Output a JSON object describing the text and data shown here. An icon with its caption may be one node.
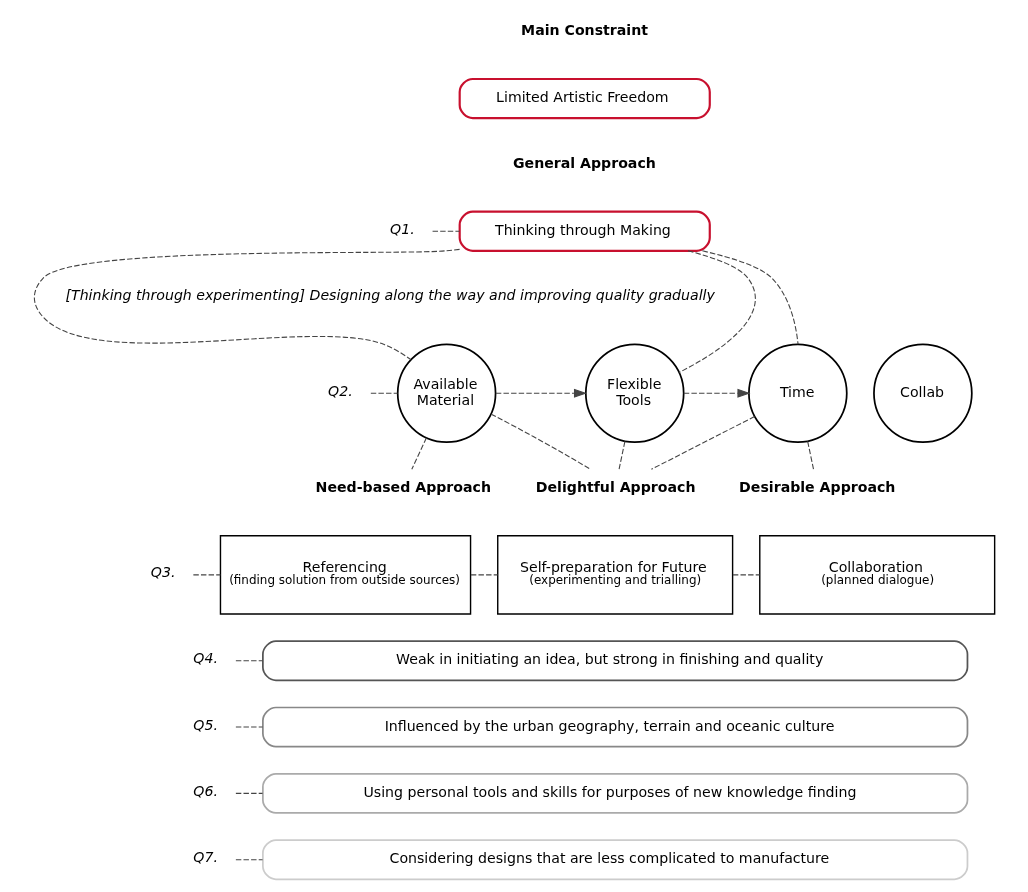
{
  "diagram": {
    "nodes": [
      {
        "text": [
          "Limited Artistic Freedom"
        ]
      },
      {
        "text": [
          "Q1."
        ]
      },
      {
        "text": [
          "Thinking through Making"
        ]
      },
      {
        "text": [
          "Q2."
        ]
      },
      {
        "text": [
          "Available Material"
        ]
      },
      {
        "text": [
          "Flexible Tools"
        ]
      },
      {
        "text": [
          "Time"
        ]
      },
      {
        "text": [
          "Collab"
        ]
      },
      {
        "text": [
          "Need-based Approach"
        ]
      },
      {
        "text": [
          "Delightful Approach"
        ]
      },
      {
        "text": [
          "Desirable Approach"
        ]
      },
      {
        "text": [
          "Q3."
        ]
      },
      {
        "text": [
          "Referencing",
          "(finding solution from outside sources)"
        ]
      },
      {
        "text": [
          "Self-preparation for Future",
          "(experimenting and trialling)"
        ]
      },
      {
        "text": [
          "Collaboration",
          "(planned dialogue)"
        ]
      },
      {
        "text": [
          "Q4."
        ]
      },
      {
        "text": [
          "Weak in initiating an idea, but strong in finishing and quality"
        ]
      },
      {
        "text": [
          "Q5."
        ]
      },
      {
        "text": [
          "Influenced by the urban geography, terrain and oceanic culture"
        ]
      },
      {
        "text": [
          "Q6."
        ]
      },
      {
        "text": [
          "Using personal tools and skills for purposes of new knowledge finding"
        ]
      },
      {
        "text": [
          "Q7."
        ]
      },
      {
        "text": [
          "Considering designs that are less complicated to manufacture"
        ]
      }
    ],
    "edges": [
      {
        "from": 1,
        "to": 2,
        "arrow": "none",
        "style": "dashed"
      },
      {
        "from": 2,
        "to": 4,
        "arrow": "none",
        "style": "dashed"
      },
      {
        "from": 2,
        "to": 5,
        "arrow": "none",
        "style": "dashed"
      },
      {
        "from": 2,
        "to": 6,
        "arrow": "none",
        "style": "dashed"
      },
      {
        "from": 3,
        "to": 4,
        "arrow": "none",
        "style": "dashed"
      },
      {
        "from": 4,
        "to": 5,
        "arrow": "to",
        "style": "dashed"
      },
      {
        "from": 5,
        "to": 6,
        "arrow": "to",
        "style": "dashed"
      },
      {
        "from": 4,
        "to": 8,
        "arrow": "none",
        "style": "dashed"
      },
      {
        "from": 4,
        "to": 9,
        "arrow": "none",
        "style": "dashed"
      },
      {
        "from": 5,
        "to": 9,
        "arrow": "none",
        "style": "dashed"
      },
      {
        "from": 6,
        "to": 9,
        "arrow": "none",
        "style": "dashed"
      },
      {
        "from": 6,
        "to": 10,
        "arrow": "none",
        "style": "dashed"
      },
      {
        "from": 11,
        "to": 12,
        "arrow": "none",
        "style": "dashed"
      },
      {
        "from": 12,
        "to": 13,
        "arrow": "none",
        "style": "dashed"
      },
      {
        "from": 13,
        "to": 14,
        "arrow": "none",
        "style": "dashed"
      },
      {
        "from": 15,
        "to": 16,
        "arrow": "none",
        "style": "dashed"
      },
      {
        "from": 17,
        "to": 18,
        "arrow": "none",
        "style": "dashed"
      },
      {
        "from": 19,
        "to": 20,
        "arrow": "none",
        "style": "dashed"
      },
      {
        "from": 21,
        "to": 22,
        "arrow": "none",
        "style": "dashed"
      }
    ],
    "labels": [
      "Main Constraint",
      "General Approach",
      "[Thinking through experimenting] Designing along the way and improving quality gradually"
    ]
  }
}
